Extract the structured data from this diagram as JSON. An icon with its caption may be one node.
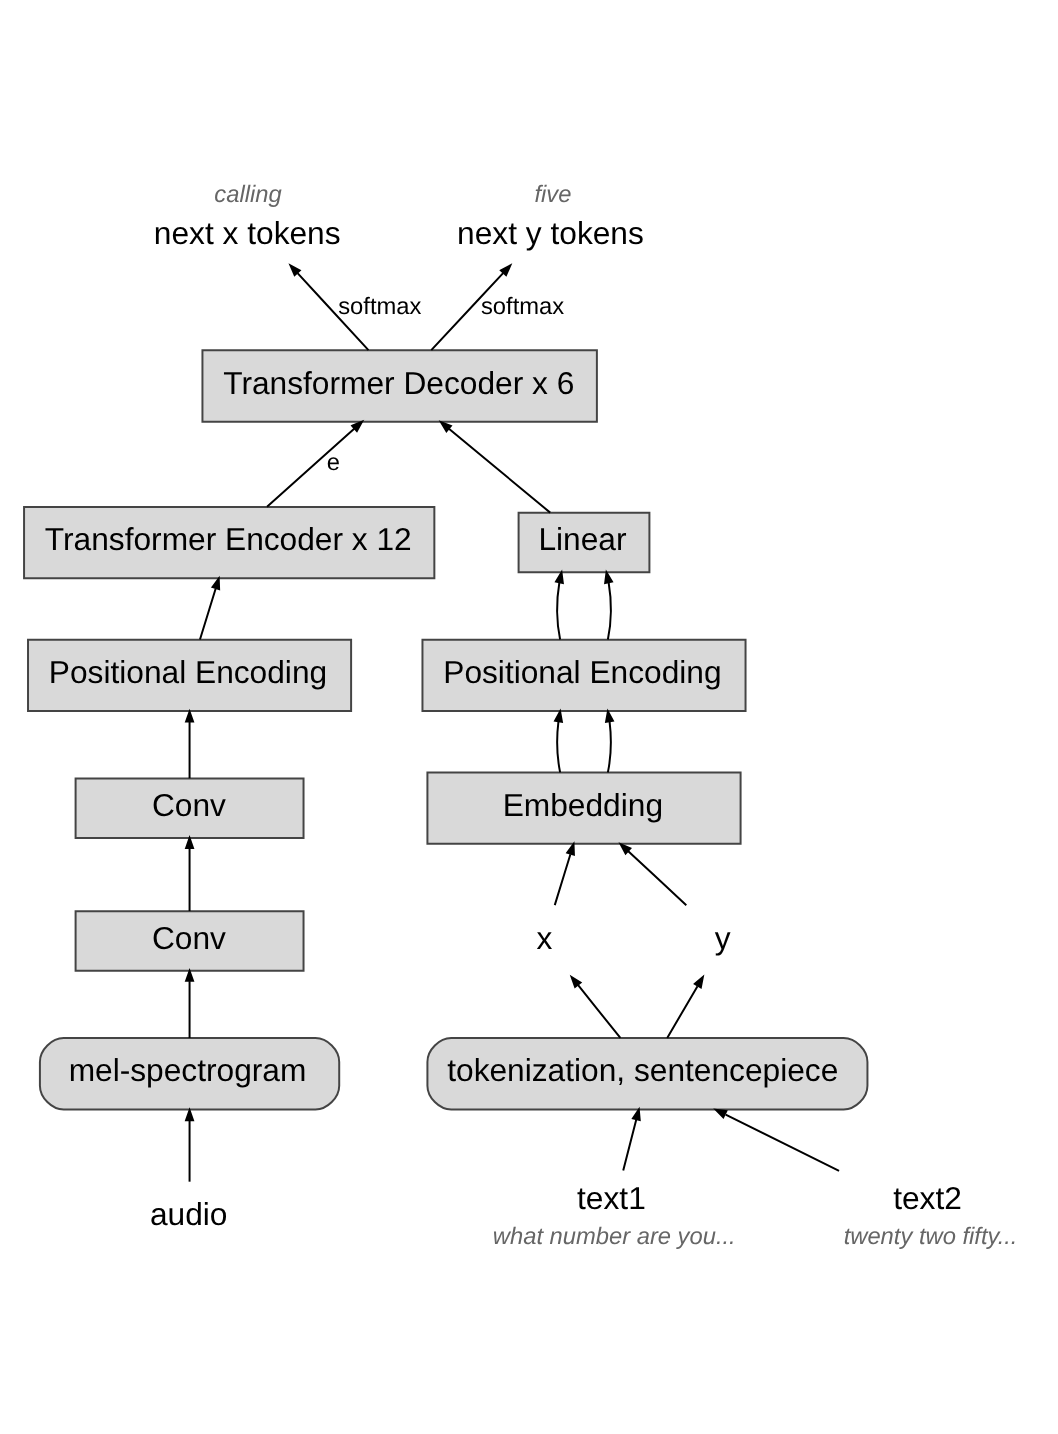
{
  "diagram": {
    "nodes": [
      {
        "text": [
          "next x tokens"
        ],
        "beside": [
          "calling"
        ]
      },
      {
        "text": [
          "next y tokens"
        ],
        "beside": [
          "five"
        ]
      },
      {
        "text": [
          "Transformer Decoder x 6"
        ]
      },
      {
        "text": [
          "Transformer Encoder x 12"
        ]
      },
      {
        "text": [
          "Linear"
        ]
      },
      {
        "text": [
          "Positional Encoding"
        ]
      },
      {
        "text": [
          "Positional Encoding"
        ]
      },
      {
        "text": [
          "Conv"
        ]
      },
      {
        "text": [
          "Conv"
        ]
      },
      {
        "text": [
          "Embedding"
        ]
      },
      {
        "text": [
          "mel-spectrogram"
        ]
      },
      {
        "text": [
          "x"
        ]
      },
      {
        "text": [
          "y"
        ]
      },
      {
        "text": [
          "audio"
        ]
      },
      {
        "text": [
          "tokenization, sentencepiece"
        ]
      },
      {
        "text": [
          "text1"
        ],
        "beside": [
          "what number are you..."
        ]
      },
      {
        "text": [
          "text2"
        ],
        "beside": [
          "twenty two fifty..."
        ]
      }
    ],
    "edges": [
      {
        "from": 2,
        "to": 0,
        "arrow": "to",
        "label": "softmax"
      },
      {
        "from": 2,
        "to": 1,
        "arrow": "to",
        "label": "softmax"
      },
      {
        "from": 3,
        "to": 2,
        "arrow": "to",
        "label": "e"
      },
      {
        "from": 4,
        "to": 2,
        "arrow": "to"
      },
      {
        "from": 6,
        "to": 4,
        "arrow": "to"
      },
      {
        "from": 6,
        "to": 4,
        "arrow": "to"
      },
      {
        "from": 5,
        "to": 3,
        "arrow": "to"
      },
      {
        "from": 9,
        "to": 6,
        "arrow": "to"
      },
      {
        "from": 9,
        "to": 6,
        "arrow": "to"
      },
      {
        "from": 7,
        "to": 5,
        "arrow": "to"
      },
      {
        "from": 8,
        "to": 7,
        "arrow": "to"
      },
      {
        "from": 11,
        "to": 9,
        "arrow": "to"
      },
      {
        "from": 12,
        "to": 9,
        "arrow": "to"
      },
      {
        "from": 10,
        "to": 8,
        "arrow": "to"
      },
      {
        "from": 13,
        "to": 10,
        "arrow": "to"
      },
      {
        "from": 14,
        "to": 11,
        "arrow": "to"
      },
      {
        "from": 14,
        "to": 12,
        "arrow": "to"
      },
      {
        "from": 15,
        "to": 14,
        "arrow": "to"
      },
      {
        "from": 16,
        "to": 14,
        "arrow": "to"
      }
    ]
  }
}
